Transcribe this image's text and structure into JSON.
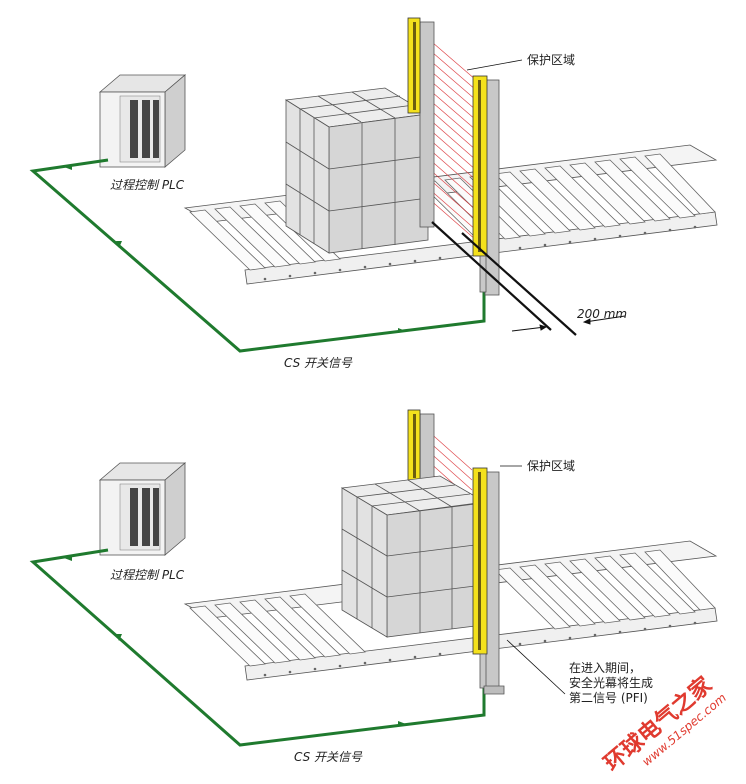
{
  "top": {
    "label_zone": "保护区域",
    "label_plc": "过程控制 PLC",
    "label_signal": "CS 开关信号",
    "label_distance": "200 mm"
  },
  "bottom": {
    "label_zone": "保护区域",
    "label_plc": "过程控制 PLC",
    "label_signal": "CS 开关信号",
    "note_line1": "在进入期间，",
    "note_line2": "安全光幕将生成",
    "note_line3": "第二信号 (PFI)"
  },
  "watermark": {
    "main": "环球电气之家",
    "url": "www.51spec.com"
  },
  "colors": {
    "signal_line": "#1f7a2e",
    "curtain_yellow": "#f4e11c",
    "beam_red": "#d9262b",
    "box_gray": "#d9d9d9"
  }
}
